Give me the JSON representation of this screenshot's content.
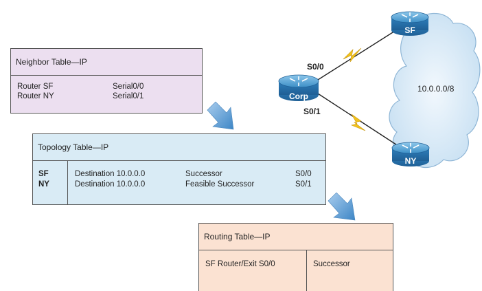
{
  "neighbor_table": {
    "title": "Neighbor Table—IP",
    "rows": [
      {
        "name": "Router SF",
        "interface": "Serial0/0"
      },
      {
        "name": "Router NY",
        "interface": "Serial0/1"
      }
    ]
  },
  "topology_table": {
    "title": "Topology Table—IP",
    "rows": [
      {
        "router": "SF",
        "destination": "Destination 10.0.0.0",
        "role": "Successor",
        "interface": "S0/0"
      },
      {
        "router": "NY",
        "destination": "Destination 10.0.0.0",
        "role": "Feasible Successor",
        "interface": "S0/1"
      }
    ]
  },
  "routing_table": {
    "title": "Routing Table—IP",
    "entry": "SF Router/Exit S0/0",
    "role": "Successor"
  },
  "network": {
    "routers": {
      "corp": "Corp",
      "sf": "SF",
      "ny": "NY"
    },
    "link_labels": {
      "s00": "S0/0",
      "s01": "S0/1"
    },
    "cloud_label": "10.0.0.0/8"
  },
  "colors": {
    "neighbor_bg": "#ecdff0",
    "topology_bg": "#d9ebf5",
    "routing_bg": "#fbe2d2",
    "router_blue": "#3d8fc7",
    "lightning": "#f2c21b",
    "arrow_blue": "#6fa8d8",
    "cloud": "#d8eaf7"
  }
}
